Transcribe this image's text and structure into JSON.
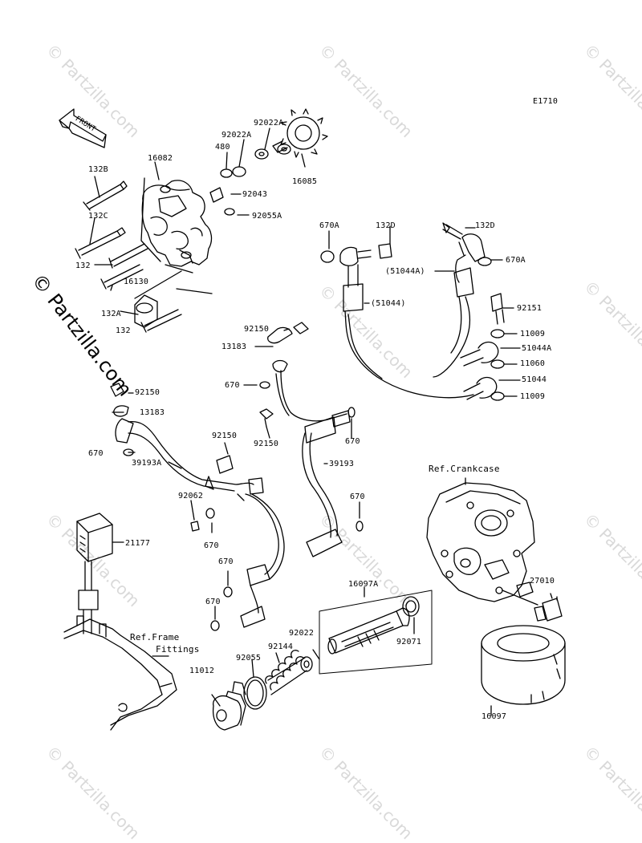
{
  "diagram": {
    "code": "E1710",
    "front_label": "FRONT",
    "copyright": "© Partzilla.com",
    "watermark": "© Partzilla.com",
    "refs": {
      "crankcase": "Ref.Crankcase",
      "frame_1": "Ref.Frame",
      "frame_2": "Fittings"
    },
    "parts": {
      "p132b": "132B",
      "p132c": "132C",
      "p132": "132",
      "p132a": "132A",
      "p132_low": "132",
      "p16082": "16082",
      "p16130": "16130",
      "p480": "480",
      "p92022a_1": "92022A",
      "p92022a_2": "92022A",
      "p16085": "16085",
      "p92043": "92043",
      "p92055a": "92055A",
      "p670a_1": "670A",
      "p132d_1": "132D",
      "p132d_2": "132D",
      "p670a_2": "670A",
      "p51044a_p": "(51044A)",
      "p51044_p": "(51044)",
      "p92151": "92151",
      "p11009_1": "11009",
      "p51044a": "51044A",
      "p11060": "11060",
      "p51044": "51044",
      "p11009_2": "11009",
      "p92150_a": "92150",
      "p13183_a": "13183",
      "p670_a": "670",
      "p92150_b": "92150",
      "p670_b": "670",
      "p39193": "39193",
      "p92150_c": "92150",
      "p13183_c": "13183",
      "p670_c": "670",
      "p39193a": "39193A",
      "p92150_d": "92150",
      "p92062": "92062",
      "p670_d": "670",
      "p670_e": "670",
      "p670_f": "670",
      "p670_g": "670",
      "p21177": "21177",
      "p16097a": "16097A",
      "p92022": "92022",
      "p92071": "92071",
      "p92144": "92144",
      "p92055": "92055",
      "p11012": "11012",
      "p27010": "27010",
      "p16097": "16097"
    }
  }
}
